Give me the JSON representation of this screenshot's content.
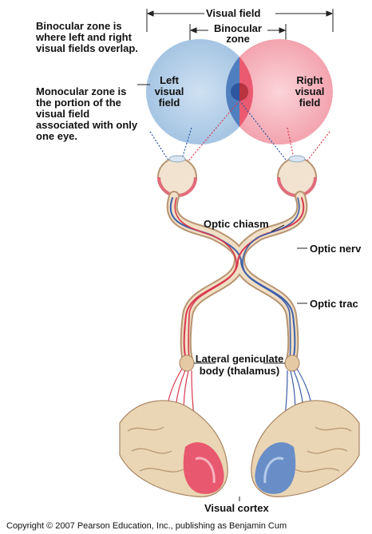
{
  "labels": {
    "visual_field": "Visual field",
    "binocular_zone": "Binocular zone",
    "binocular_note": "Binocular zone is where left and right visual fields overlap.",
    "monocular_note": "Monocular zone is the portion of the visual field associated with only one eye.",
    "left_visual_field": "Left visual field",
    "right_visual_field": "Right visual field",
    "optic_chiasm": "Optic chiasm",
    "optic_nerve": "Optic nerv",
    "optic_tract": "Optic trac",
    "lateral_geniculate": "Lateral geniculate body (thalamus)",
    "visual_cortex": "Visual cortex"
  },
  "copyright": "Copyright © 2007 Pearson Education, Inc., publishing as Benjamin Cum",
  "colors": {
    "left_field": "#b9d3ea",
    "right_field": "#f6c0c6",
    "binocular_left": "#4f7fbf",
    "binocular_right": "#ea5a70",
    "nerve_tan": "#e9d3b6",
    "nerve_outline": "#b79470",
    "fiber_red": "#d83a4e",
    "fiber_blue": "#3f5fa8",
    "cortex_tan": "#ead6b4",
    "cortex_red": "#e84a66",
    "cortex_blue": "#5b86c9"
  }
}
